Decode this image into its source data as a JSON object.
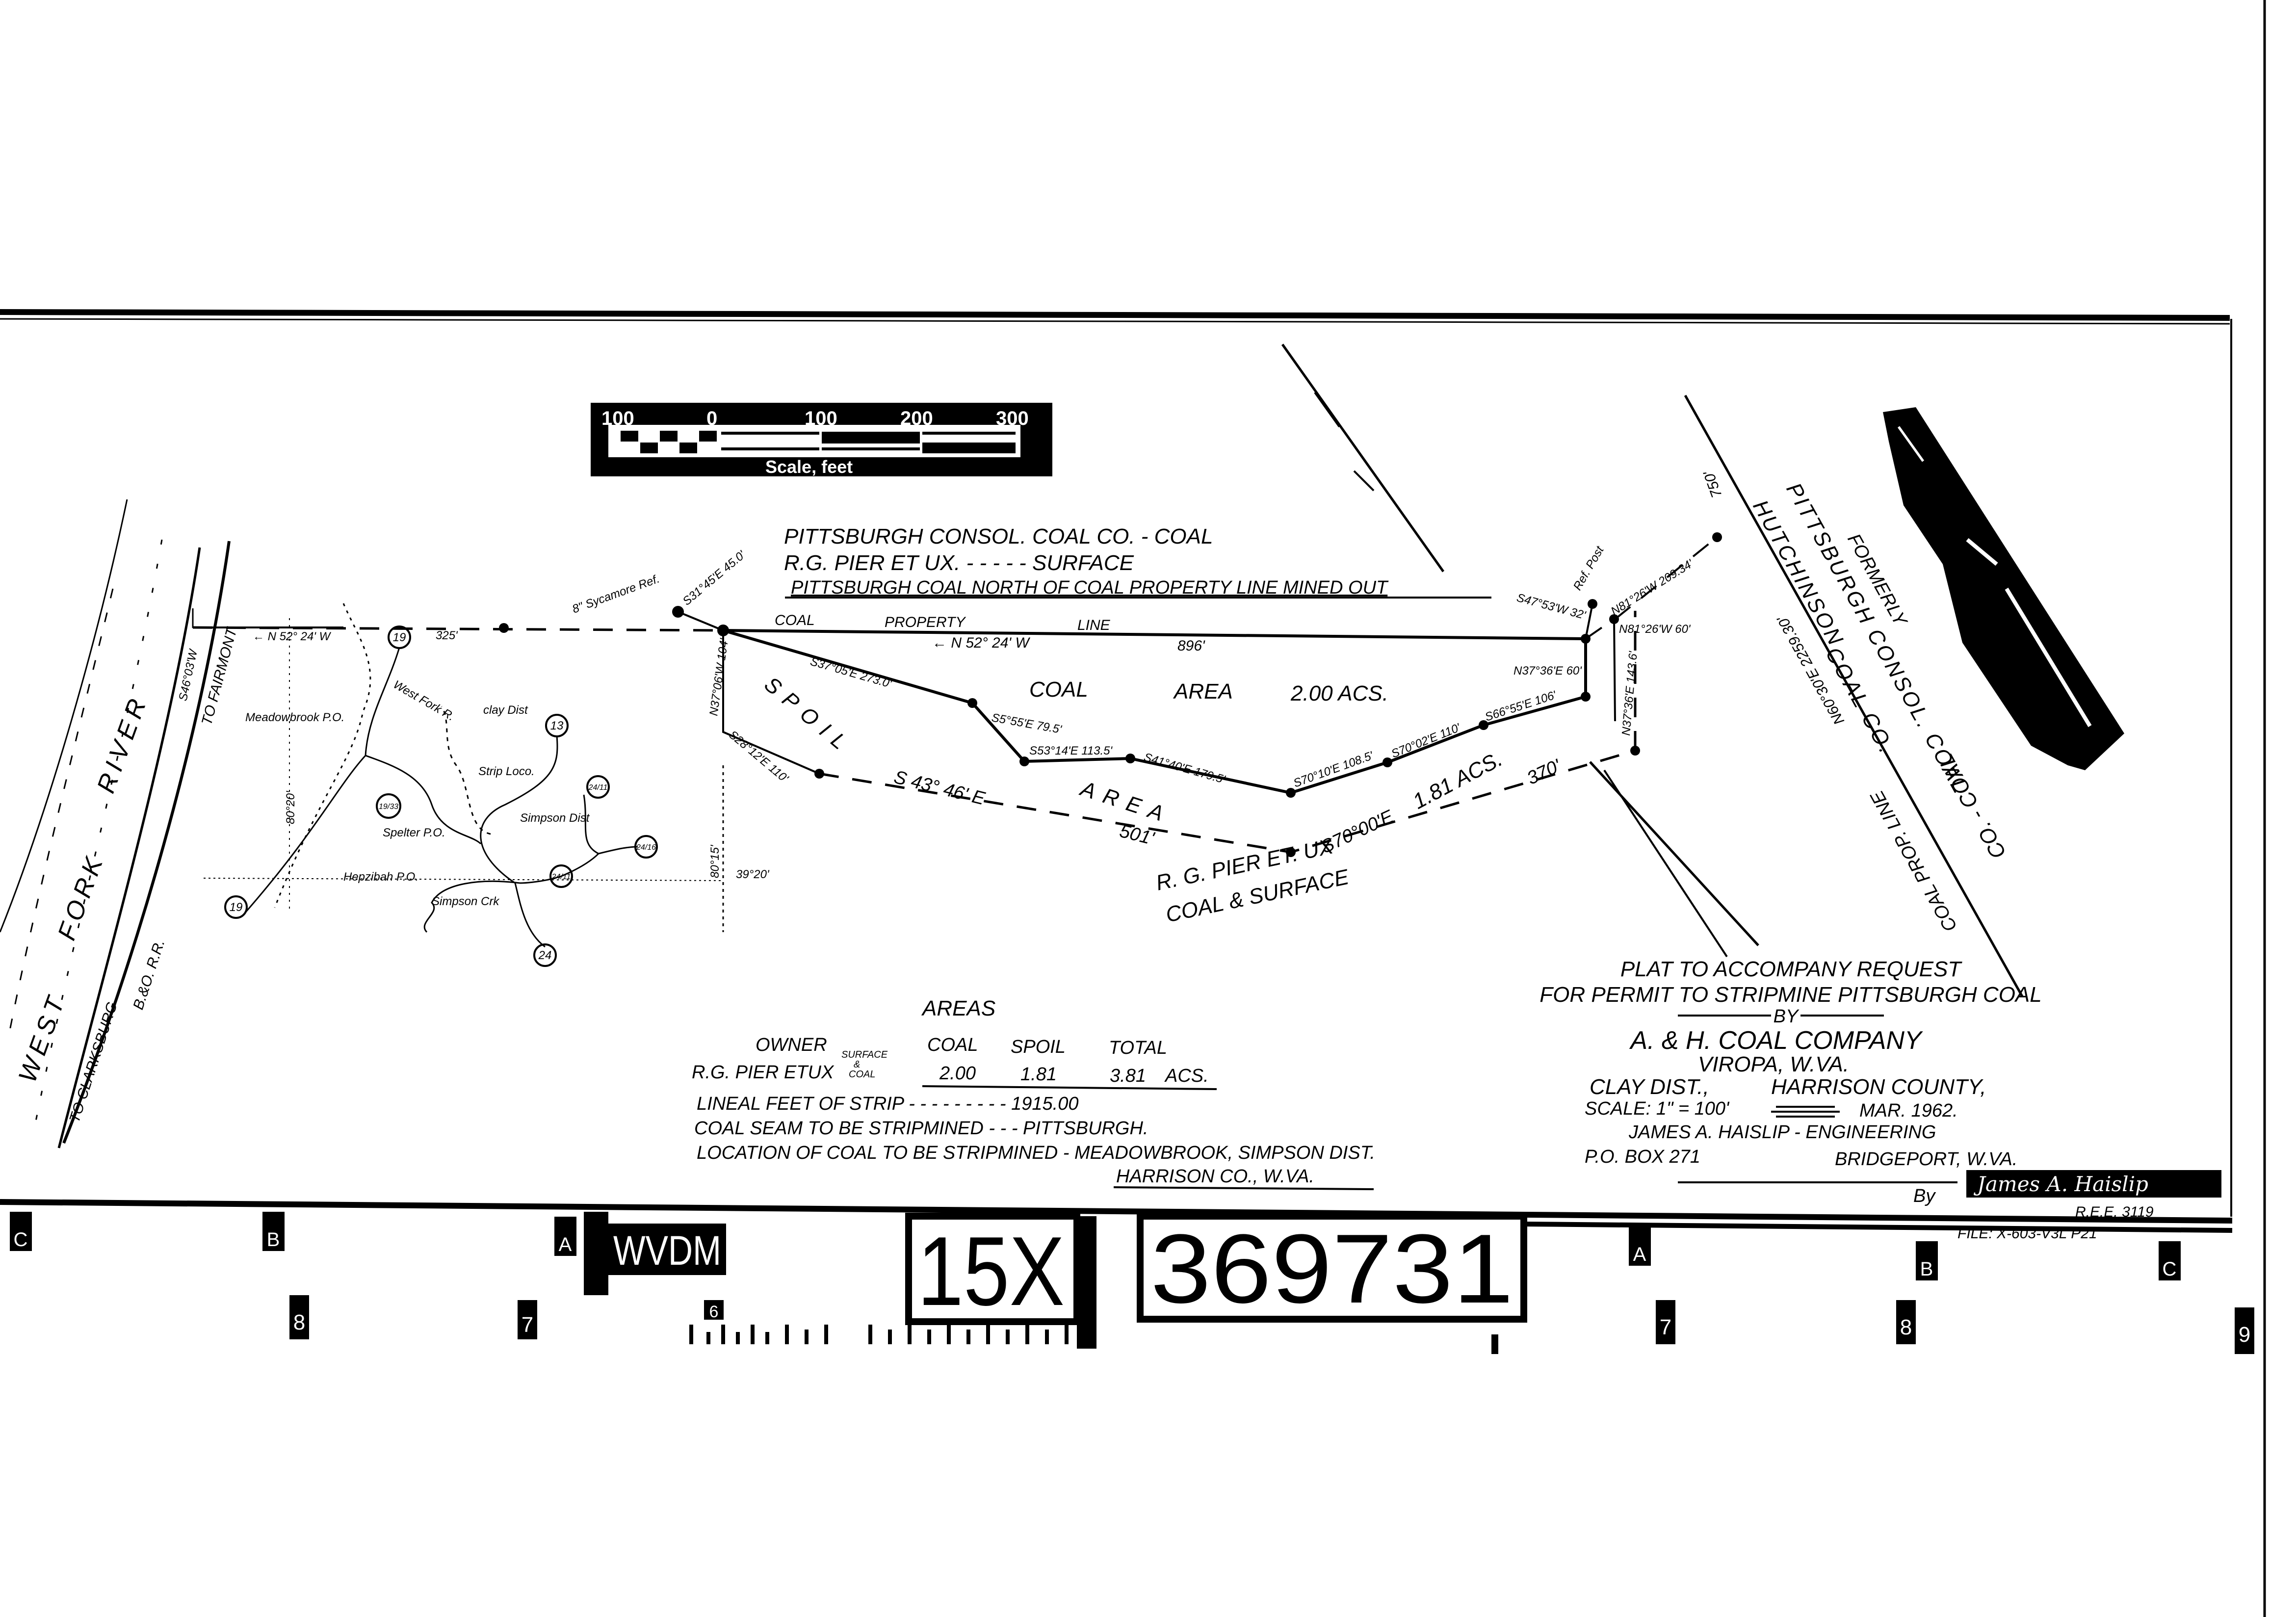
{
  "legend": {
    "line1": "PITTSBURGH CONSOL. COAL CO. - COAL",
    "line2": "R.G. PIER ET UX. - - - - - SURFACE",
    "line3": "PITTSBURGH COAL NORTH OF COAL PROPERTY LINE MINED OUT"
  },
  "scale_bar": {
    "ticks": [
      "100",
      "0",
      "100",
      "200",
      "300"
    ],
    "label": "Scale, feet"
  },
  "plat": {
    "property_line": {
      "word1": "COAL",
      "word2": "PROPERTY",
      "word3": "LINE",
      "bearing": "← N 52° 24' W",
      "distance": "896'"
    },
    "coal_area": {
      "word1": "COAL",
      "word2": "AREA",
      "acres": "2.00 ACS."
    },
    "spoil_area": {
      "word1": "SPOIL",
      "word2": "AREA",
      "acres": "1.81 ACS."
    },
    "calls": [
      "S37°05'E 273.0'",
      "S5°55'E 79.5'",
      "S53°14'E 113.5'",
      "S41°40'E 179.5'",
      "S70°10'E 108.5'",
      "S70°02'E 110'",
      "S66°55'E 106'",
      "N37°36'E 60'",
      "S47°53'W 32'",
      "N81°26'W 209.34'",
      "N81°26'W 60'",
      "N37°36'E 143.6'",
      "S 43° 46' E",
      "501'",
      "S70°00'E",
      "370'",
      "S28°12'E 110'",
      "N37°06'W 104'",
      "S31°45'E 45.0'"
    ],
    "references": {
      "sycamore": "8\" Sycamore Ref.",
      "post": "Ref. Post"
    },
    "adjoiner_south": {
      "line1": "R. G. PIER ET. UX",
      "line2": "COAL & SURFACE"
    },
    "adjoiner_east": {
      "line1": "PITTSBURGH CONSOL. COAL",
      "line2": "FORMERLY",
      "line3": "HUTCHINSON",
      "line4": "COAL CO.",
      "line5": "CO. - COAL",
      "bearing": "N60°30'E 2259.30'",
      "distance": "750'",
      "prop_line": "COAL PROP. LINE"
    }
  },
  "location_map": {
    "river": [
      "WEST",
      "FORK",
      "RIVER"
    ],
    "to_fairmont": "TO FAIRMONT",
    "to_clarksburg": "TO CLARKSBURG",
    "railroad": "B.&O. R.R.",
    "rr_bearing": "S46°03'W",
    "tie_bearing": "← N 52° 24' W",
    "tie_distance": "325'",
    "places": [
      "Meadowbrook P.O.",
      "clay Dist",
      "Strip Loco.",
      "Spelter P.O.",
      "Simpson Dist",
      "Hepzibah P.O.",
      "Simpson Crk",
      "West Fork R."
    ],
    "routes": [
      "19",
      "13",
      "19/33",
      "24/11",
      "24/16",
      "24/11",
      "24",
      "19"
    ],
    "coords": [
      "80°20'",
      "80°15'",
      "39°20'"
    ]
  },
  "areas": {
    "title": "AREAS",
    "headers": {
      "owner": "OWNER",
      "type_top": "SURFACE",
      "type_mid": "&",
      "type_bot": "COAL",
      "coal": "COAL",
      "spoil": "SPOIL",
      "total": "TOTAL"
    },
    "row": {
      "owner": "R.G. PIER ETUX",
      "coal": "2.00",
      "spoil": "1.81",
      "total": "3.81",
      "unit": "ACS."
    },
    "lineal_feet": "LINEAL FEET OF STRIP - - - - - - - - - 1915.00",
    "seam": "COAL SEAM TO BE STRIPMINED - - - PITTSBURGH.",
    "location": "LOCATION OF COAL TO BE STRIPMINED - MEADOWBROOK, SIMPSON DIST.",
    "location2": "HARRISON CO., W.VA."
  },
  "title_block": {
    "line1": "PLAT TO ACCOMPANY REQUEST",
    "line2": "FOR PERMIT TO STRIPMINE PITTSBURGH COAL",
    "by": "BY",
    "company": "A. & H. COAL COMPANY",
    "company_location": "VIROPA, W.VA.",
    "district": "CLAY DIST.,",
    "county": "HARRISON COUNTY,",
    "scale": "SCALE: 1\" = 100'",
    "date": "MAR. 1962.",
    "engineer": "JAMES A. HAISLIP - ENGINEERING",
    "box": "P.O. BOX 271",
    "city": "BRIDGEPORT, W.VA.",
    "by_sign": "By",
    "signature": "James A. Haislip",
    "ree": "R.E.E. 3119",
    "file": "FILE: X-603-V3L P21"
  },
  "archive_stamp": {
    "agency": "WVDM",
    "prefix": "15X",
    "number": "369731",
    "margin_letters_left": [
      "C",
      "B",
      "A"
    ],
    "margin_letters_right": [
      "A",
      "B",
      "C"
    ],
    "margin_digits_left": [
      "8",
      "7",
      "6"
    ],
    "margin_digits_right": [
      "7",
      "8",
      "9"
    ]
  }
}
